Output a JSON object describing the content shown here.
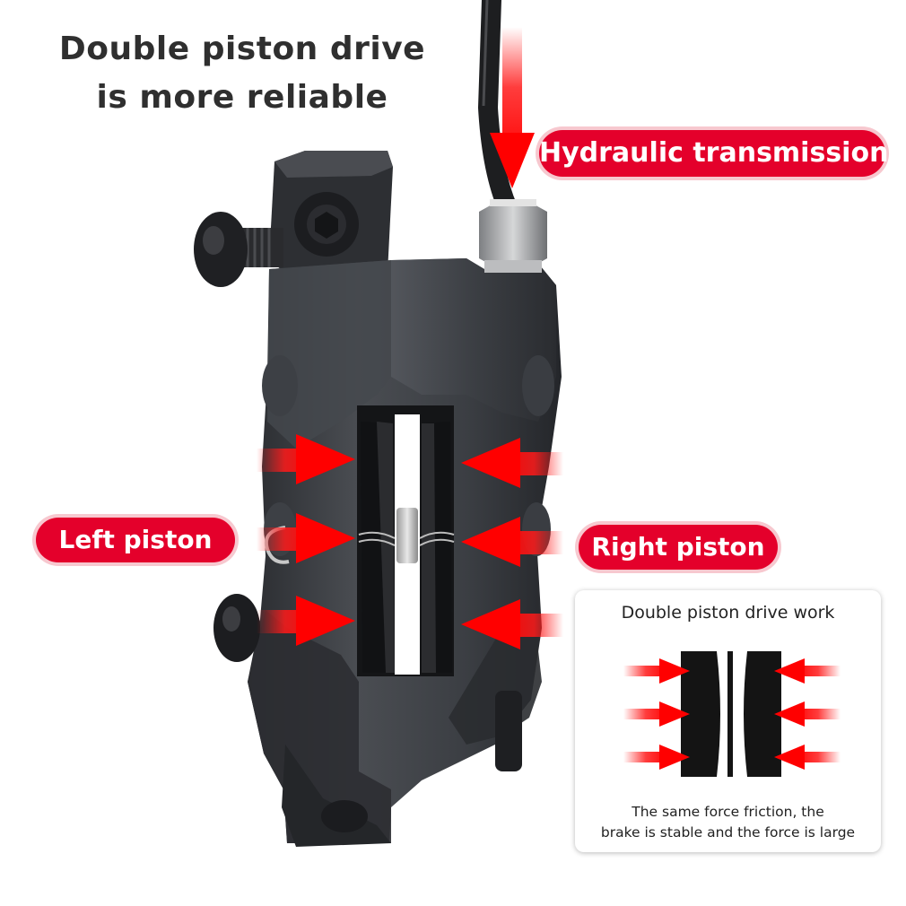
{
  "headline": {
    "line1": "Double piston drive",
    "line2": "is more reliable"
  },
  "callouts": {
    "hydraulic": "Hydraulic transmission",
    "left_piston": "Left piston",
    "right_piston": "Right piston"
  },
  "inset": {
    "title": "Double piston drive work",
    "caption_line1": "The same force friction, the",
    "caption_line2": "brake is stable and the force is large"
  },
  "colors": {
    "accent_red": "#e4002b",
    "caliper_body": "#3a3c40",
    "text_dark": "#2f2f2f"
  }
}
